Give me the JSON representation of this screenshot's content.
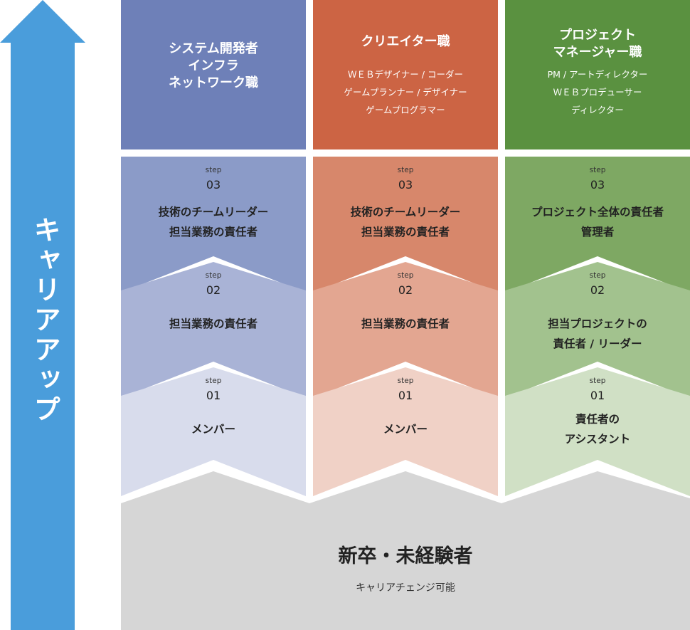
{
  "arrow": {
    "label": "キャリアアップ",
    "color": "#4a9ddb"
  },
  "base": {
    "title": "新卒・未経験者",
    "subtitle": "キャリアチェンジ可能",
    "color": "#d6d6d6"
  },
  "columns": [
    {
      "id": "system",
      "head": {
        "title_lines": [
          "システム開発者",
          "",
          "インフラ",
          "ネットワーク職"
        ],
        "sub_lines": []
      },
      "colors": {
        "head": "#6e80b8",
        "step3": "#8b9bc8",
        "step2": "#a9b3d6",
        "step1": "#d8dcec"
      },
      "steps": [
        {
          "label": "step",
          "num": "03",
          "lines": [
            "技術のチームリーダー",
            "担当業務の責任者"
          ]
        },
        {
          "label": "step",
          "num": "02",
          "lines": [
            "担当業務の責任者"
          ]
        },
        {
          "label": "step",
          "num": "01",
          "lines": [
            "メンバー"
          ]
        }
      ]
    },
    {
      "id": "creator",
      "head": {
        "title_lines": [
          "クリエイター職"
        ],
        "sub_lines": [
          "ＷＥＢデザイナー / コーダー",
          "ゲームプランナー / デザイナー",
          "ゲームプログラマー"
        ]
      },
      "colors": {
        "head": "#cc6444",
        "step3": "#d7876b",
        "step2": "#e3a691",
        "step1": "#f0d1c6"
      },
      "steps": [
        {
          "label": "step",
          "num": "03",
          "lines": [
            "技術のチームリーダー",
            "担当業務の責任者"
          ]
        },
        {
          "label": "step",
          "num": "02",
          "lines": [
            "担当業務の責任者"
          ]
        },
        {
          "label": "step",
          "num": "01",
          "lines": [
            "メンバー"
          ]
        }
      ]
    },
    {
      "id": "pm",
      "head": {
        "title_lines": [
          "プロジェクト",
          "マネージャー職"
        ],
        "sub_lines": [
          "PM / アートディレクター",
          "ＷＥＢプロデューサー",
          "ディレクター"
        ]
      },
      "colors": {
        "head": "#5a9140",
        "step3": "#7ea863",
        "step2": "#a2c28e",
        "step1": "#d0e0c5"
      },
      "steps": [
        {
          "label": "step",
          "num": "03",
          "lines": [
            "プロジェクト全体の責任者",
            "管理者"
          ]
        },
        {
          "label": "step",
          "num": "02",
          "lines": [
            "担当プロジェクトの",
            "責任者 / リーダー"
          ]
        },
        {
          "label": "step",
          "num": "01",
          "lines": [
            "責任者の",
            "アシスタント"
          ]
        }
      ]
    }
  ]
}
